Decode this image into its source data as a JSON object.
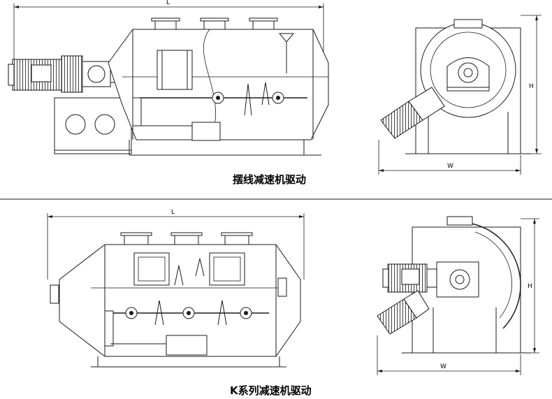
{
  "sections": [
    {
      "caption": "摆线减速机驱动",
      "front_view": {
        "length_label": "L"
      },
      "side_view": {
        "height_label": "H",
        "width_label": "W"
      }
    },
    {
      "caption": "K系列减速机驱动",
      "front_view": {
        "length_label": "L"
      },
      "side_view": {
        "height_label": "H",
        "width_label": "W"
      }
    }
  ],
  "colors": {
    "line": "#1a1a1a",
    "motor": "#2a2a2a",
    "background": "#ffffff"
  }
}
